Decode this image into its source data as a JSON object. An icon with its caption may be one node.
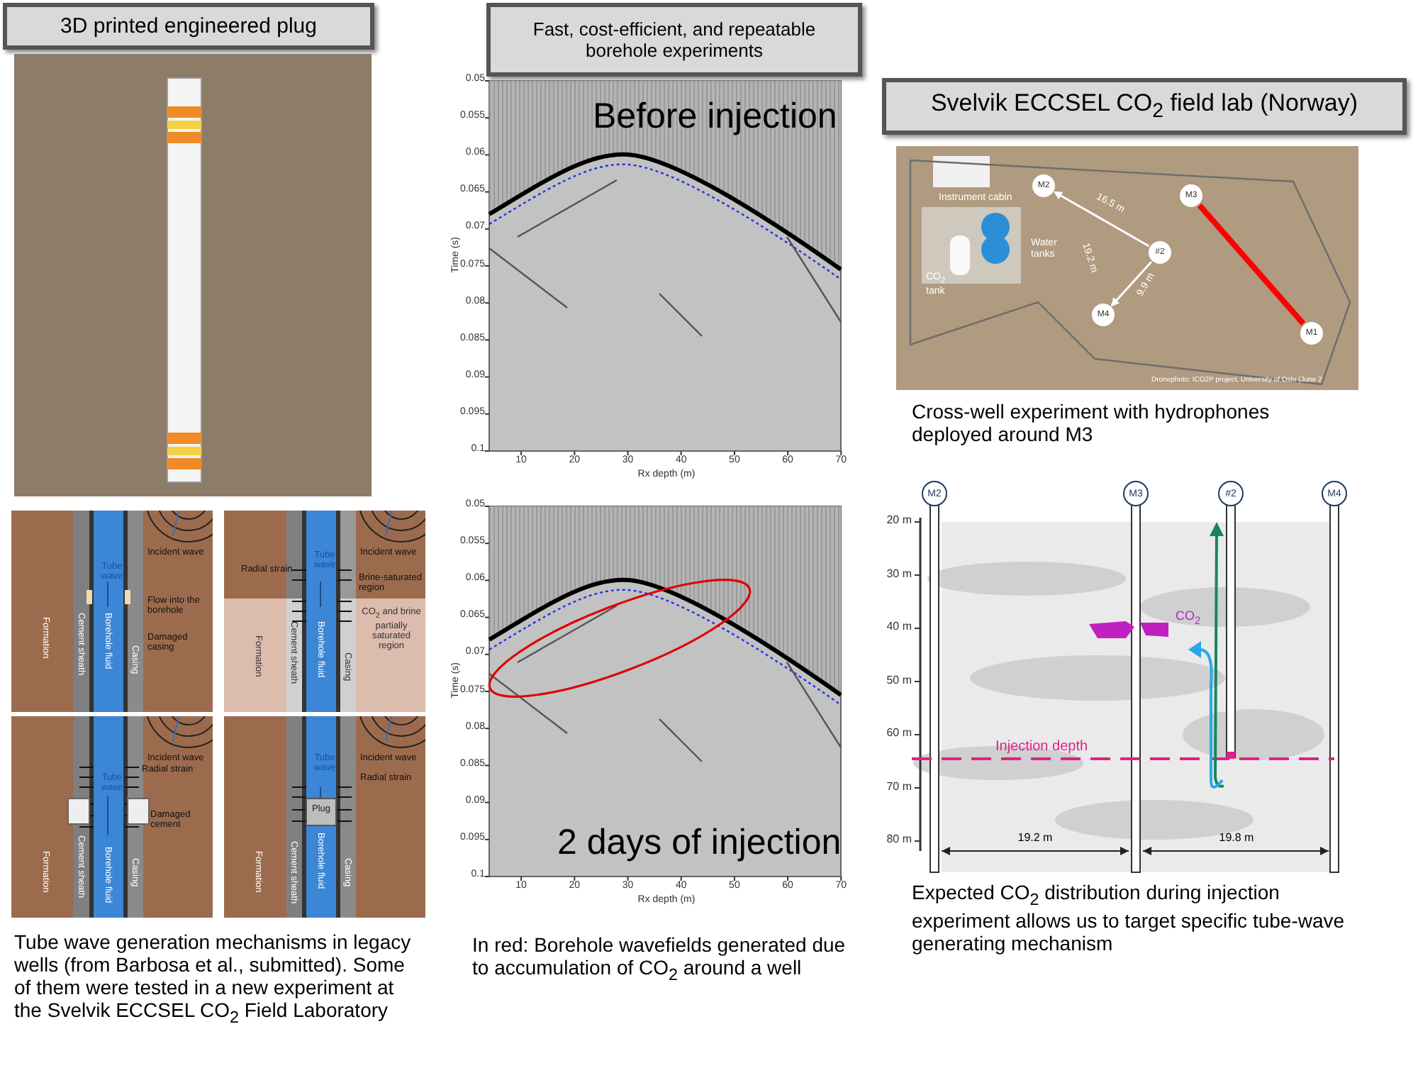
{
  "diagram": {
    "nodes": [
      {
        "text": [
          "3D printed engineered plug"
        ]
      },
      {
        "text": [
          "Fast, cost-efficient, and repeatable borehole experiments"
        ]
      },
      {
        "text": [
          "Svelvik ECCSEL CO$_{2}$ field lab (Norway)"
        ]
      },
      {
        "text": [
          "M2"
        ]
      },
      {
        "text": [
          "M3"
        ]
      },
      {
        "text": [
          "#2"
        ]
      },
      {
        "text": [
          "M4"
        ]
      },
      {
        "text": [
          "M1"
        ]
      },
      {
        "text": [
          "M2"
        ]
      },
      {
        "text": [
          "M3"
        ]
      },
      {
        "text": [
          "#2"
        ]
      },
      {
        "text": [
          "M4"
        ]
      }
    ],
    "edges": [
      {
        "from": 5,
        "to": 3,
        "arrow": "to",
        "label": "16.5 m"
      },
      {
        "from": 5,
        "to": 6,
        "arrow": "to",
        "label": "9.9 m"
      },
      {
        "from": 4,
        "to": 7,
        "arrow": "none",
        "style": "thick",
        "color": "#ff0000"
      }
    ],
    "labels": [
      "Incident wave",
      "Tube wave",
      "Flow into the borehole",
      "Damaged casing",
      "Formation",
      "Cement sheath",
      "Borehole fluid",
      "Casing",
      "Incident wave",
      "Radial strain",
      "Tube wave",
      "Brine-saturated region",
      "CO$_{2}$ and brine partially saturated region",
      "Formation",
      "Cement sheath",
      "Borehole fluid",
      "Casing",
      "Incident wave",
      "Radial strain",
      "Tube wave",
      "Damaged cement",
      "Formation",
      "Cement sheath",
      "Borehole fluid",
      "Casing",
      "Incident wave",
      "Tube wave",
      "Radial strain",
      "Plug",
      "Formation",
      "Cement sheath",
      "Borehole fluid",
      "Casing",
      "Tube wave generation mechanisms in legacy wells (from Barbosa et al., submitted). Some of them were tested in a new experiment at the Svelvik ECCSEL CO$_{2}$ Field Laboratory",
      "Before injection",
      "0.05",
      "0.055",
      "0.06",
      "0.065",
      "0.07",
      "0.075",
      "0.08",
      "0.085",
      "0.09",
      "0.095",
      "0.1",
      "Time (s)",
      "10",
      "20",
      "30",
      "40",
      "50",
      "60",
      "70",
      "Rx depth (m)",
      "2 days of injection",
      "0.05",
      "0.055",
      "0.06",
      "0.065",
      "0.07",
      "0.075",
      "0.08",
      "0.085",
      "0.09",
      "0.095",
      "0.1",
      "Time (s)",
      "10",
      "20",
      "30",
      "40",
      "50",
      "60",
      "70",
      "Rx depth (m)",
      "In red: Borehole wavefields generated due to accumulation of CO$_{2}$ around a well",
      "Instrument cabin",
      "Water tanks",
      "CO$_{2}$ tank",
      "19.2 m",
      "Dronephoto: ICO2P project, University of Oslo (June 2",
      "Cross-well experiment with hydrophones deployed around M3",
      "20 m",
      "30 m",
      "40 m",
      "50 m",
      "60 m",
      "70 m",
      "80 m",
      "CO$_{2}$",
      "Injection depth",
      "19.2 m",
      "19.8 m",
      "Expected CO$_{2}$ distribution during injection experiment allows us to target specific tube-wave generating mechanism"
    ]
  }
}
